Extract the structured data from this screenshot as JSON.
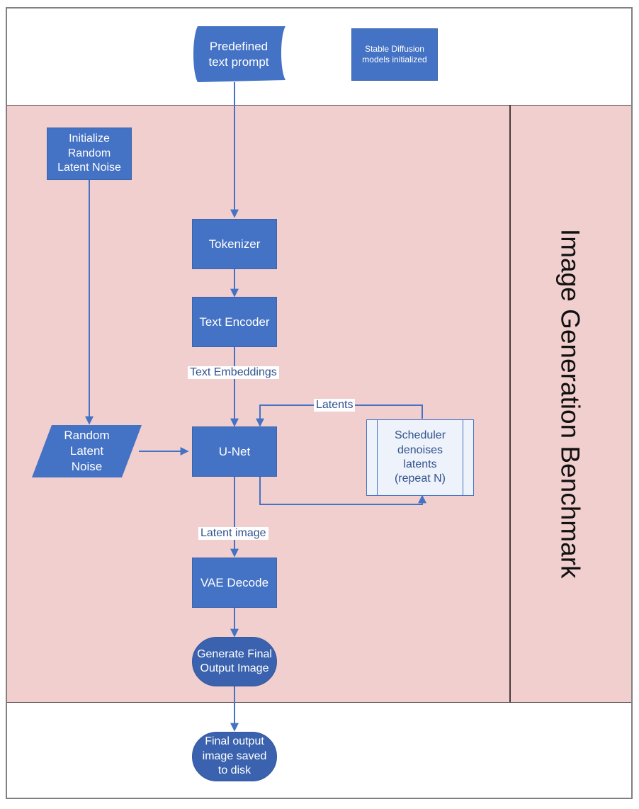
{
  "diagram": {
    "title": "Image Generation Benchmark",
    "lane_label": "Image Generation\nBenchmark",
    "colors": {
      "node_blue": "#4472C4",
      "node_blue_dark": "#3A62AE",
      "lane_pink": "#F2CFCF",
      "connector_blue": "#4472C4",
      "edge_label_text": "#31538F",
      "predefined_process_fill": "#EEF2FA"
    },
    "nodes": {
      "predefined_text_prompt": {
        "label": "Predefined\ntext prompt",
        "shape": "document"
      },
      "models_initialized": {
        "label": "Stable Diffusion\nmodels initialized",
        "shape": "rectangle"
      },
      "initialize_random_latent_noise": {
        "label": "Initialize\nRandom\nLatent Noise",
        "shape": "rectangle"
      },
      "tokenizer": {
        "label": "Tokenizer",
        "shape": "rectangle"
      },
      "text_encoder": {
        "label": "Text Encoder",
        "shape": "rectangle"
      },
      "random_latent_noise": {
        "label": "Random\nLatent\nNoise",
        "shape": "parallelogram"
      },
      "unet": {
        "label": "U-Net",
        "shape": "rectangle"
      },
      "scheduler": {
        "label": "Scheduler\ndenoises\nlatents\n(repeat N)",
        "shape": "predefined-process"
      },
      "vae_decode": {
        "label": "VAE  Decode",
        "shape": "rectangle"
      },
      "generate_final_output_image": {
        "label": "Generate Final\nOutput Image",
        "shape": "rounded-rectangle"
      },
      "final_output_saved": {
        "label": "Final output\nimage saved\nto disk",
        "shape": "rounded-rectangle"
      }
    },
    "edge_labels": {
      "text_embeddings": "Text Embeddings",
      "latents": "Latents",
      "latent_image": "Latent image"
    }
  }
}
